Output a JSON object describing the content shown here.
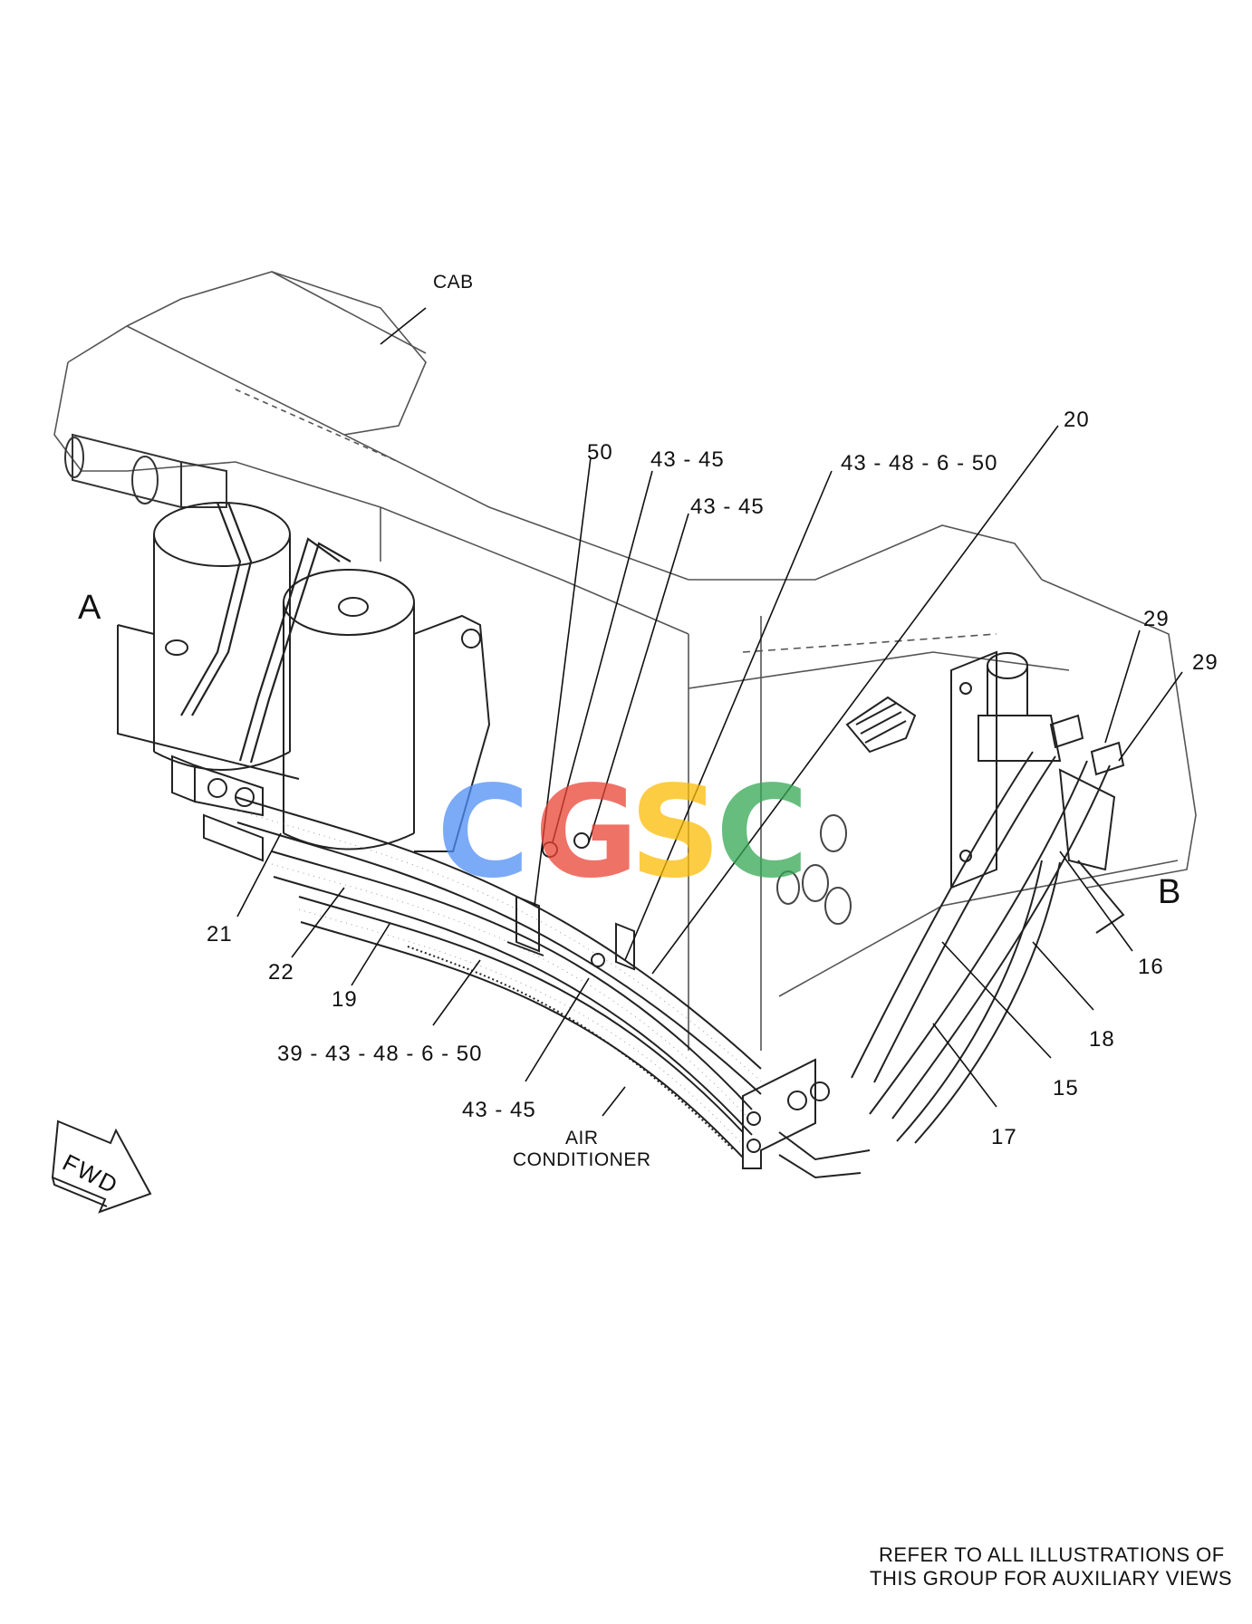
{
  "labels": {
    "cab": "CAB",
    "view_a": "A",
    "view_b": "B",
    "c50": "50",
    "c43_45_a": "43 - 45",
    "c43_45_b": "43 - 45",
    "c43_48_6_50": "43 - 48 - 6 - 50",
    "c20": "20",
    "c29_a": "29",
    "c29_b": "29",
    "c16": "16",
    "c18": "18",
    "c15": "15",
    "c17": "17",
    "c21": "21",
    "c22": "22",
    "c19": "19",
    "c39_43_48_6_50": "39 - 43 - 48 - 6 - 50",
    "c43_45_c": "43 - 45",
    "air_conditioner_line1": "AIR",
    "air_conditioner_line2": "CONDITIONER",
    "fwd": "FWD"
  },
  "footer_note": {
    "line1": "REFER TO ALL ILLUSTRATIONS OF",
    "line2": "THIS GROUP FOR AUXILIARY VIEWS"
  },
  "watermark": {
    "letters": [
      "C",
      "G",
      "S",
      "C"
    ],
    "colors": [
      "#4f8ef5",
      "#ea4335",
      "#fbbc05",
      "#34a853"
    ]
  }
}
